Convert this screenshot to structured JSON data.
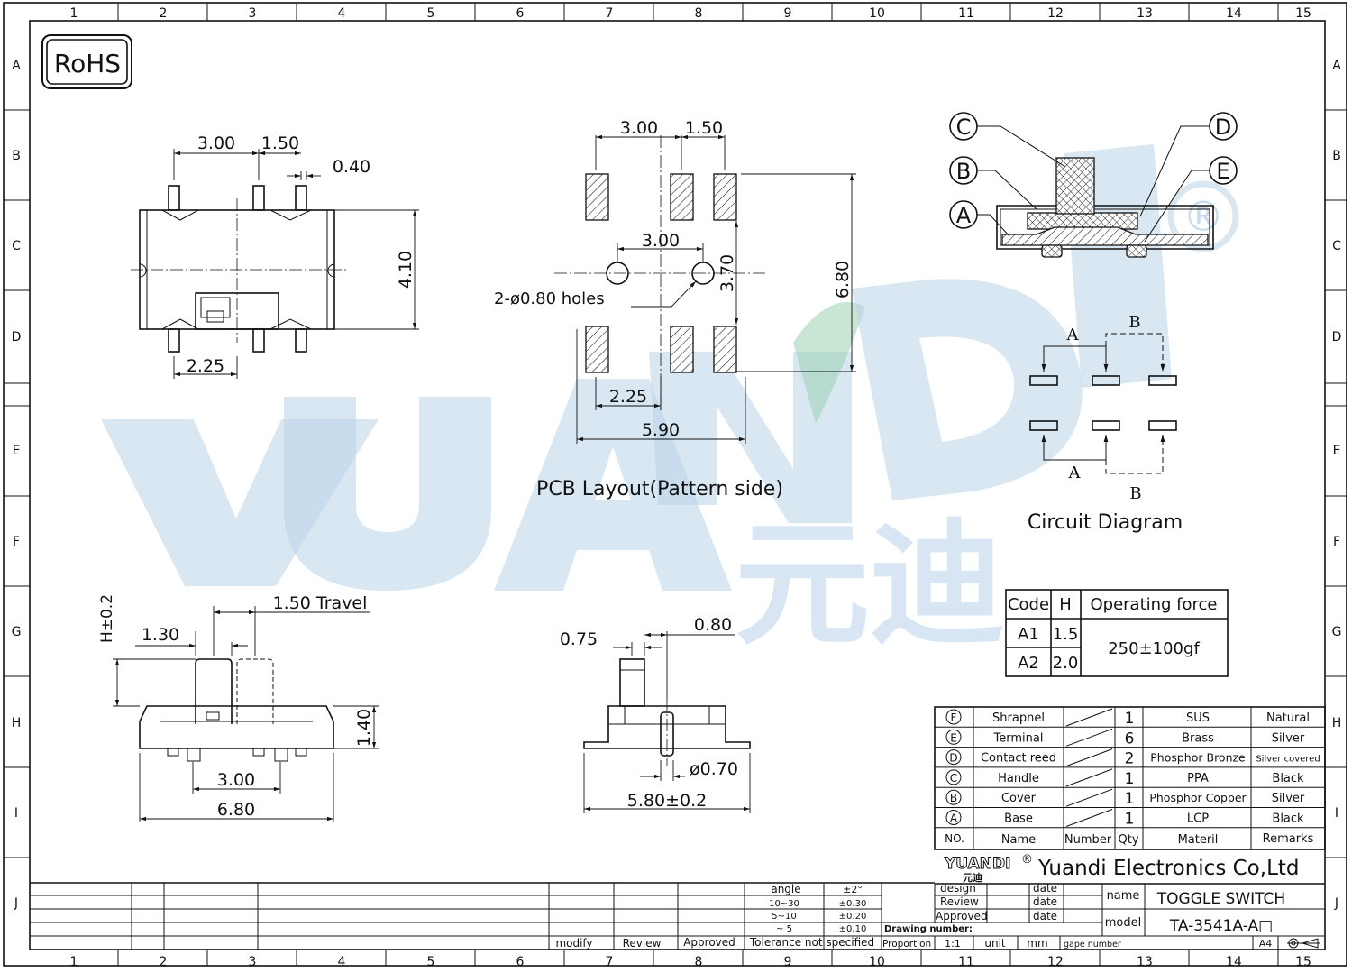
{
  "grid": {
    "columns": [
      "1",
      "2",
      "3",
      "4",
      "5",
      "6",
      "7",
      "8",
      "9",
      "10",
      "11",
      "12",
      "13",
      "14",
      "15"
    ],
    "rows": [
      "A",
      "B",
      "C",
      "D",
      "E",
      "F",
      "G",
      "H",
      "I",
      "J"
    ]
  },
  "rohs": "RoHS",
  "watermark": {
    "latin": "YUANDI",
    "chinese": "元迪",
    "registered": "®"
  },
  "top_view": {
    "dims": [
      "3.00",
      "1.50",
      "0.40",
      "4.10",
      "2.25"
    ]
  },
  "pcb": {
    "dims": [
      "3.00",
      "1.50",
      "3.00",
      "3.70",
      "6.80",
      "2.25",
      "5.90"
    ],
    "holes_note": "2-ø0.80 holes",
    "title": "PCB Layout(Pattern side)"
  },
  "section_view": {
    "callouts": [
      "C",
      "B",
      "A",
      "D",
      "E"
    ]
  },
  "circuit": {
    "labels": [
      "A",
      "B",
      "A",
      "B"
    ],
    "title": "Circuit Diagram"
  },
  "side_view": {
    "dims": [
      "H±0.2",
      "1.30",
      "1.50  Travel",
      "1.40",
      "3.00",
      "6.80"
    ]
  },
  "end_view": {
    "dims": [
      "0.75",
      "0.80",
      "ø0.70",
      "5.80±0.2"
    ]
  },
  "force_table": {
    "headers": [
      "Code",
      "H",
      "Operating  force"
    ],
    "rows": [
      [
        "A1",
        "1.5"
      ],
      [
        "A2",
        "2.0"
      ]
    ],
    "force": "250±100gf"
  },
  "bom": {
    "rows": [
      {
        "no": "F",
        "name": "Shrapnel",
        "qty": "1",
        "material": "SUS",
        "remarks": "Natural"
      },
      {
        "no": "E",
        "name": "Terminal",
        "qty": "6",
        "material": "Brass",
        "remarks": "Silver"
      },
      {
        "no": "D",
        "name": "Contact reed",
        "qty": "2",
        "material": "Phosphor Bronze",
        "remarks": "Silver covered"
      },
      {
        "no": "C",
        "name": "Handle",
        "qty": "1",
        "material": "PPA",
        "remarks": "Black"
      },
      {
        "no": "B",
        "name": "Cover",
        "qty": "1",
        "material": "Phosphor Copper",
        "remarks": "Silver"
      },
      {
        "no": "A",
        "name": "Base",
        "qty": "1",
        "material": "LCP",
        "remarks": "Black"
      }
    ],
    "headers": {
      "no": "NO.",
      "name": "Name",
      "number": "Number",
      "qty": "Qty",
      "material": "Materil",
      "remarks": "Remarks"
    }
  },
  "company": {
    "logo_text": "YUANDI",
    "logo_mark": "®",
    "logo_chinese": "元迪",
    "name": "Yuandi Electronics Co,Ltd"
  },
  "title_block": {
    "tolerance": [
      [
        "angle",
        "±2°"
      ],
      [
        "10~30",
        "±0.30"
      ],
      [
        "5~10",
        "±0.20"
      ],
      [
        "~ 5",
        "±0.10"
      ]
    ],
    "tolerance_label": "Tolerance  not  specified",
    "footer_labels": [
      "modify",
      "Review",
      "Approved"
    ],
    "sign_rows": [
      [
        "design",
        "date"
      ],
      [
        "Review",
        "date"
      ],
      [
        "Approved",
        "date"
      ]
    ],
    "drawing_number_label": "Drawing  number:",
    "proportion_label": "Proportion",
    "proportion": "1:1",
    "unit_label": "unit",
    "unit": "mm",
    "gape_label": "gape  number",
    "size": "A4",
    "name_label": "name",
    "name": "TOGGLE  SWITCH",
    "model_label": "model",
    "model": "TA-3541A-A□"
  }
}
